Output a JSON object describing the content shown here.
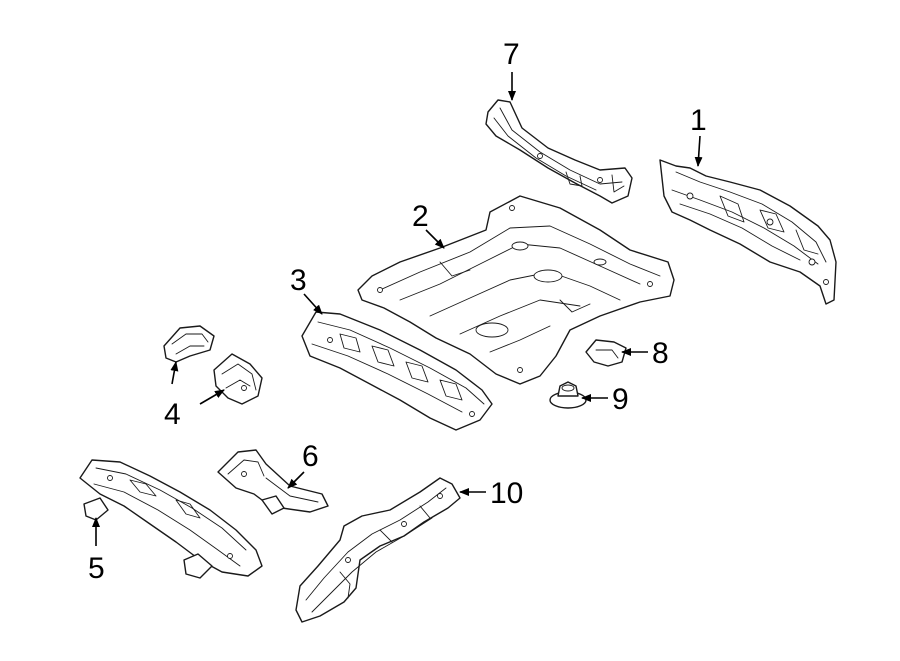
{
  "callouts": [
    {
      "id": "1",
      "label": "1"
    },
    {
      "id": "2",
      "label": "2"
    },
    {
      "id": "3",
      "label": "3"
    },
    {
      "id": "4",
      "label": "4"
    },
    {
      "id": "5",
      "label": "5"
    },
    {
      "id": "6",
      "label": "6"
    },
    {
      "id": "7",
      "label": "7"
    },
    {
      "id": "8",
      "label": "8"
    },
    {
      "id": "9",
      "label": "9"
    },
    {
      "id": "10",
      "label": "10"
    }
  ],
  "colors": {
    "line": "#1a1a1a",
    "background": "#ffffff"
  }
}
